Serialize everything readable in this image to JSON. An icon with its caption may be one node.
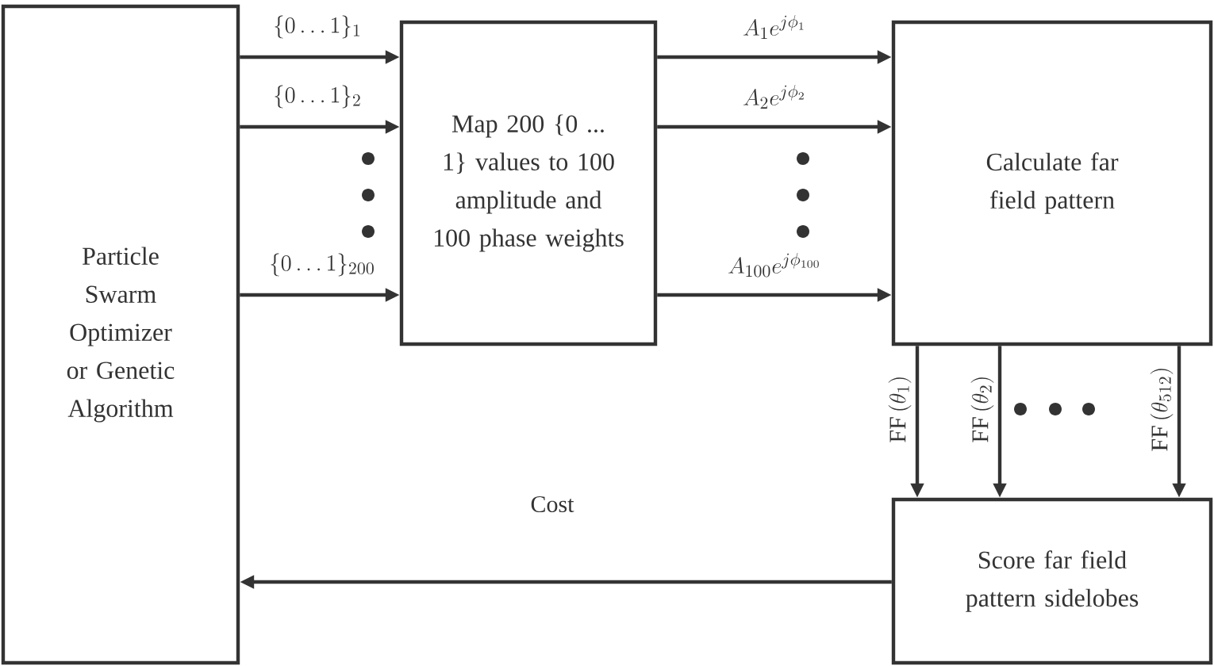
{
  "diagram": {
    "nodes": [
      {
        "text": [
          "Particle Swarm Optimizer or Genetic Algorithm"
        ]
      },
      {
        "text": [
          "Map 200 {0 ... 1} values to 100 amplitude and 100 phase weights"
        ]
      },
      {
        "text": [
          "Calculate far field pattern"
        ]
      },
      {
        "text": [
          "Score far field pattern sidelobes"
        ]
      }
    ],
    "edges": [
      {
        "from": 0,
        "to": 1,
        "arrow": "to",
        "label": "\\{0\\ldots 1\\}_{1}"
      },
      {
        "from": 0,
        "to": 1,
        "arrow": "to",
        "label": "\\{0\\ldots 1\\}_{2}"
      },
      {
        "from": 0,
        "to": 1,
        "arrow": "to",
        "label": "\\{0\\ldots 1\\}_{200}"
      },
      {
        "from": 1,
        "to": 2,
        "arrow": "to",
        "label": "A_{1}e^{j\\phi_1}"
      },
      {
        "from": 1,
        "to": 2,
        "arrow": "to",
        "label": "A_{2}e^{j\\phi_2}"
      },
      {
        "from": 1,
        "to": 2,
        "arrow": "to",
        "label": "A_{100}e^{j\\phi_{100}}"
      },
      {
        "from": 2,
        "to": 3,
        "arrow": "to",
        "label": "\\mathrm{FF}\\,(\\theta_{1})"
      },
      {
        "from": 2,
        "to": 3,
        "arrow": "to",
        "label": "\\mathrm{FF}\\,(\\theta_{2})"
      },
      {
        "from": 2,
        "to": 3,
        "arrow": "to",
        "label": "\\mathrm{FF}\\,(\\theta_{512})"
      },
      {
        "from": 3,
        "to": 0,
        "arrow": "to",
        "label": "Cost"
      }
    ]
  }
}
